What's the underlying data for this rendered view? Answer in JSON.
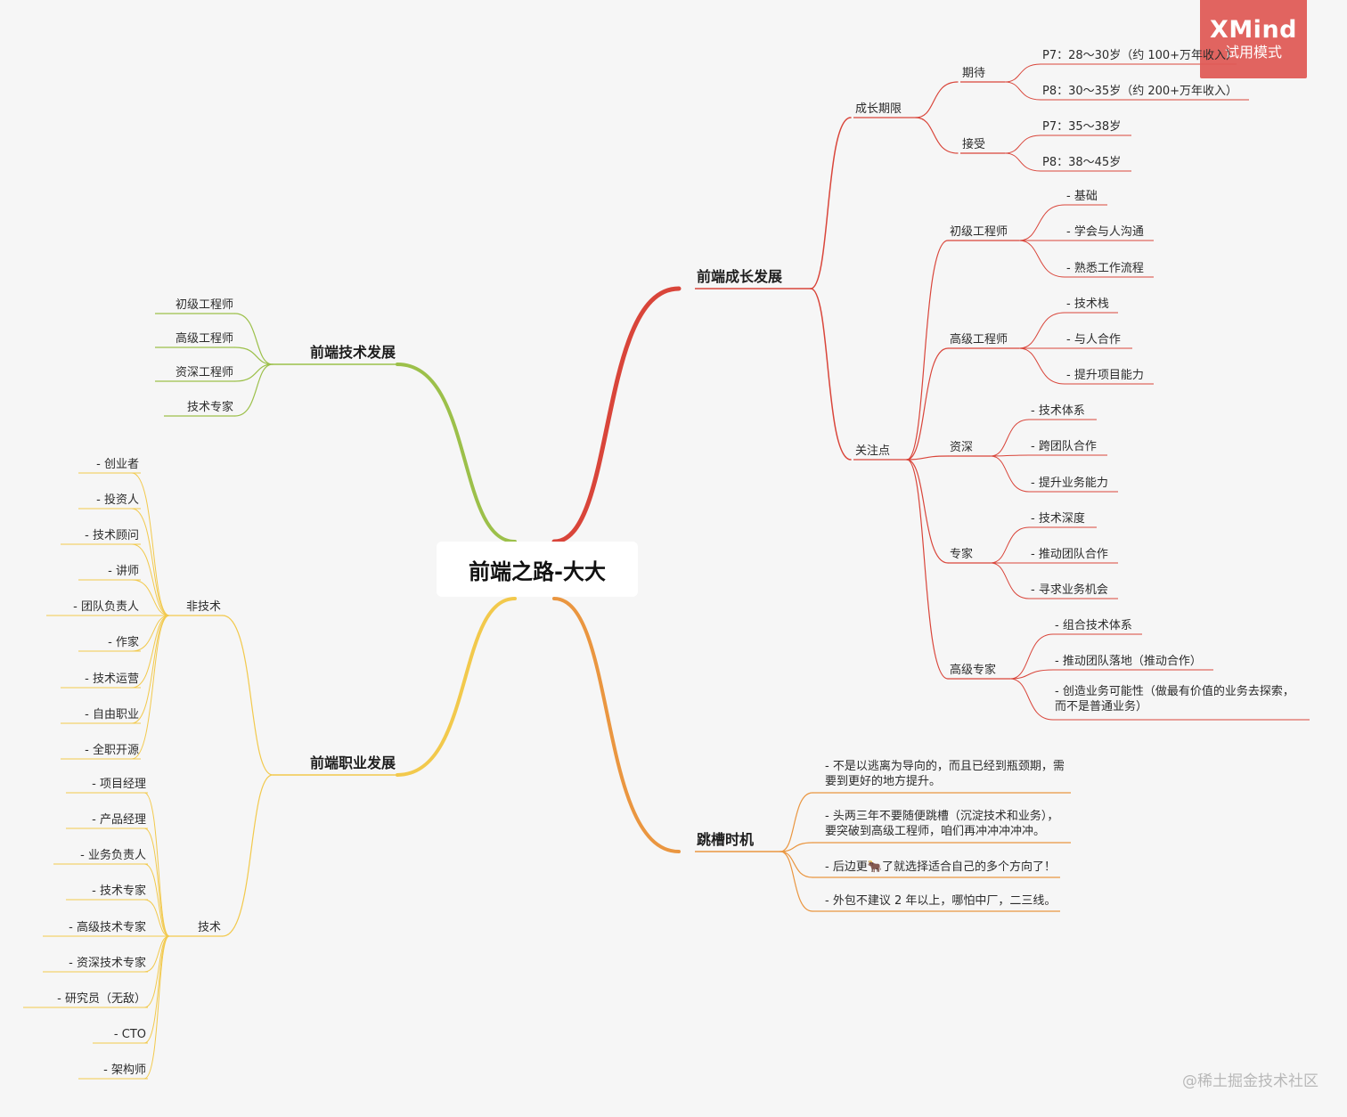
{
  "root": "前端之路-大大",
  "badge": {
    "title": "XMind",
    "subtitle": "试用模式"
  },
  "watermark": "@稀土掘金技术社区",
  "colors": {
    "growth": "#d9453a",
    "tech": "#9cc04a",
    "career": "#f2c94c",
    "jump": "#ea9640"
  },
  "branches": {
    "growth": {
      "label": "前端成长发展",
      "period": {
        "label": "成长期限",
        "expect": {
          "label": "期待",
          "items": [
            "P7：28～30岁（约 100+万年收入）",
            "P8：30～35岁（约 200+万年收入）"
          ]
        },
        "accept": {
          "label": "接受",
          "items": [
            "P7：35～38岁",
            "P8：38～45岁"
          ]
        }
      },
      "focus": {
        "label": "关注点",
        "groups": [
          {
            "label": "初级工程师",
            "items": [
              "- 基础",
              "- 学会与人沟通",
              "- 熟悉工作流程"
            ]
          },
          {
            "label": "高级工程师",
            "items": [
              "- 技术栈",
              "- 与人合作",
              "- 提升项目能力"
            ]
          },
          {
            "label": "资深",
            "items": [
              "- 技术体系",
              "- 跨团队合作",
              "- 提升业务能力"
            ]
          },
          {
            "label": "专家",
            "items": [
              "- 技术深度",
              "- 推动团队合作",
              "- 寻求业务机会"
            ]
          },
          {
            "label": "高级专家",
            "items": [
              "- 组合技术体系",
              "- 推动团队落地（推动合作）",
              "- 创造业务可能性（做最有价值的业务去探索，",
              "而不是普通业务）"
            ]
          }
        ]
      }
    },
    "tech": {
      "label": "前端技术发展",
      "items": [
        "初级工程师",
        "高级工程师",
        "资深工程师",
        "技术专家"
      ]
    },
    "career": {
      "label": "前端职业发展",
      "nontech": {
        "label": "非技术",
        "items": [
          "- 创业者",
          "- 投资人",
          "- 技术顾问",
          "- 讲师",
          "- 团队负责人",
          "- 作家",
          "- 技术运营",
          "- 自由职业",
          "- 全职开源"
        ]
      },
      "tech": {
        "label": "技术",
        "items": [
          "- 项目经理",
          "- 产品经理",
          "- 业务负责人",
          "- 技术专家",
          "- 高级技术专家",
          "- 资深技术专家",
          "- 研究员（无敌）",
          "- CTO",
          "- 架构师"
        ]
      }
    },
    "jump": {
      "label": "跳槽时机",
      "items": [
        [
          "- 不是以逃离为导向的，而且已经到瓶颈期，需",
          "要到更好的地方提升。"
        ],
        [
          "- 头两三年不要随便跳槽（沉淀技术和业务），",
          "要突破到高级工程师，咱们再冲冲冲冲冲。"
        ],
        [
          "- 后边更🐂了就选择适合自己的多个方向了！"
        ],
        [
          "- 外包不建议 2 年以上，哪怕中厂，二三线。"
        ]
      ]
    }
  }
}
